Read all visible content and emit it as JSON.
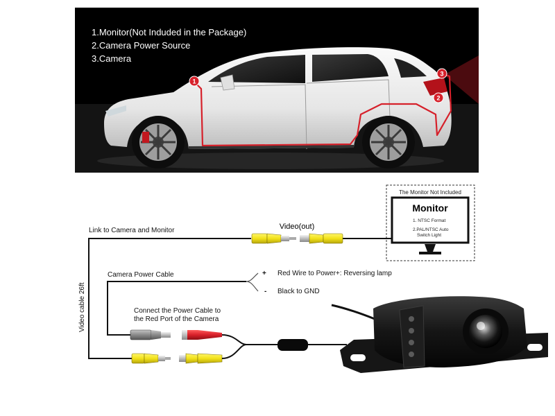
{
  "photo": {
    "legend": [
      "1.Monitor(Not Induded in the Package)",
      "2.Camera Power Source",
      "3.Camera"
    ],
    "markers": [
      "1",
      "2",
      "3"
    ],
    "cable_color": "#d6202a",
    "background": "#000000"
  },
  "diagram": {
    "monitor_box_title": "The Monitor Not Included",
    "monitor_title": "Monitor",
    "monitor_notes": [
      "1. NTSC Format",
      "2.PAL/NTSC Auto",
      "Switch Light"
    ],
    "video_out": "Video(out)",
    "link_label": "Link to Camera and Monitor",
    "vertical_label": "Video cable 26ft",
    "power_cable_label": "Camera Power Cable",
    "red_wire": "Red Wire to Power+: Reversing lamp",
    "black_wire": "Black to GND",
    "plus_sign": "+",
    "minus_sign": "-",
    "connect_line1": "Connect the Power Cable to",
    "connect_line2": "the Red Port of the Camera",
    "connector_yellow": "#f2e21a",
    "connector_red": "#d8202a",
    "connector_grey": "#8a8a8a"
  }
}
